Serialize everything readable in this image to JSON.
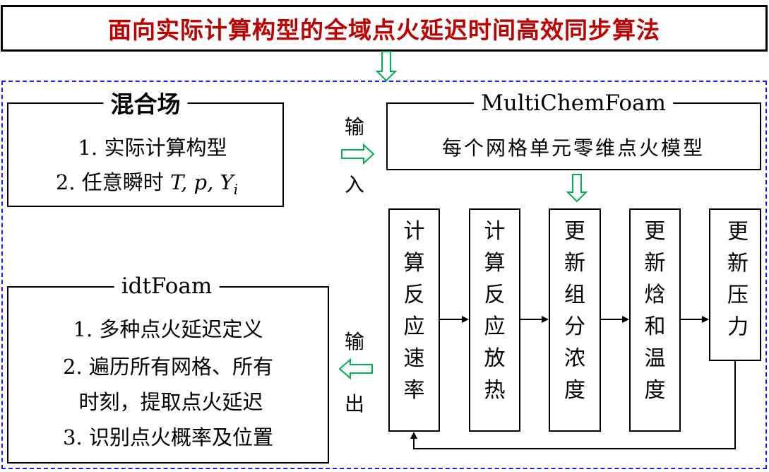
{
  "title": "面向实际计算构型的全域点火延迟时间高效同步算法",
  "mixing_field": {
    "heading": "混合场",
    "items": [
      "1. 实际计算构型",
      "2. 任意瞬时 T, p, Y_i"
    ],
    "item2_prefix": "2. 任意瞬时 ",
    "item2_vars": "T, p, Y",
    "item2_sub": "i"
  },
  "input_label": [
    "输",
    "入"
  ],
  "output_label": [
    "输",
    "出"
  ],
  "multichem": {
    "heading": "MultiChemFoam",
    "body": "每个网格单元零维点火模型"
  },
  "steps": [
    {
      "label": "计算反应速率",
      "chars": [
        "计",
        "算",
        "反",
        "应",
        "速",
        "率"
      ]
    },
    {
      "label": "计算反应放热",
      "chars": [
        "计",
        "算",
        "反",
        "应",
        "放",
        "热"
      ]
    },
    {
      "label": "更新组分浓度",
      "chars": [
        "更",
        "新",
        "组",
        "分",
        "浓",
        "度"
      ]
    },
    {
      "label": "更新焓和温度",
      "chars": [
        "更",
        "新",
        "焓",
        "和",
        "温",
        "度"
      ]
    },
    {
      "label": "更新压力",
      "chars": [
        "更",
        "新",
        "压",
        "力"
      ]
    }
  ],
  "idtfoam": {
    "heading": "idtFoam",
    "lines": [
      "1. 多种点火延迟定义",
      "2. 遍历所有网格、所有",
      "时刻，提取点火延迟",
      "3. 识别点火概率及位置"
    ]
  },
  "colors": {
    "title": "#c00000",
    "arrow": "#00b050",
    "dashed": "#1a1aff"
  }
}
